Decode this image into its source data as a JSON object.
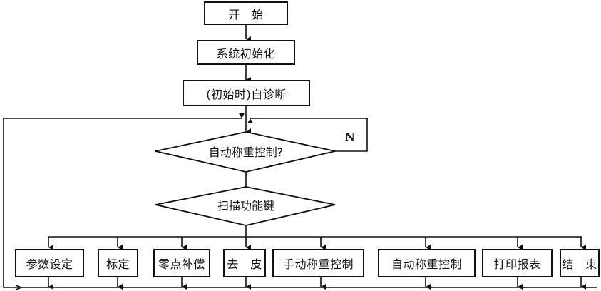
{
  "flowchart": {
    "start": "开　始",
    "init": "系统初始化",
    "self_check": "(初始时)自诊断",
    "decision_auto": "自动称重控制?",
    "decision_no_label": "N",
    "scan_keys": "扫描功能键",
    "functions": [
      {
        "label": "参数设定"
      },
      {
        "label": "标定"
      },
      {
        "label": "零点补偿"
      },
      {
        "label": "去　皮"
      },
      {
        "label": "手动称重控制"
      },
      {
        "label": "自动称重控制"
      },
      {
        "label": "打印报表"
      },
      {
        "label": "结　束"
      }
    ]
  }
}
